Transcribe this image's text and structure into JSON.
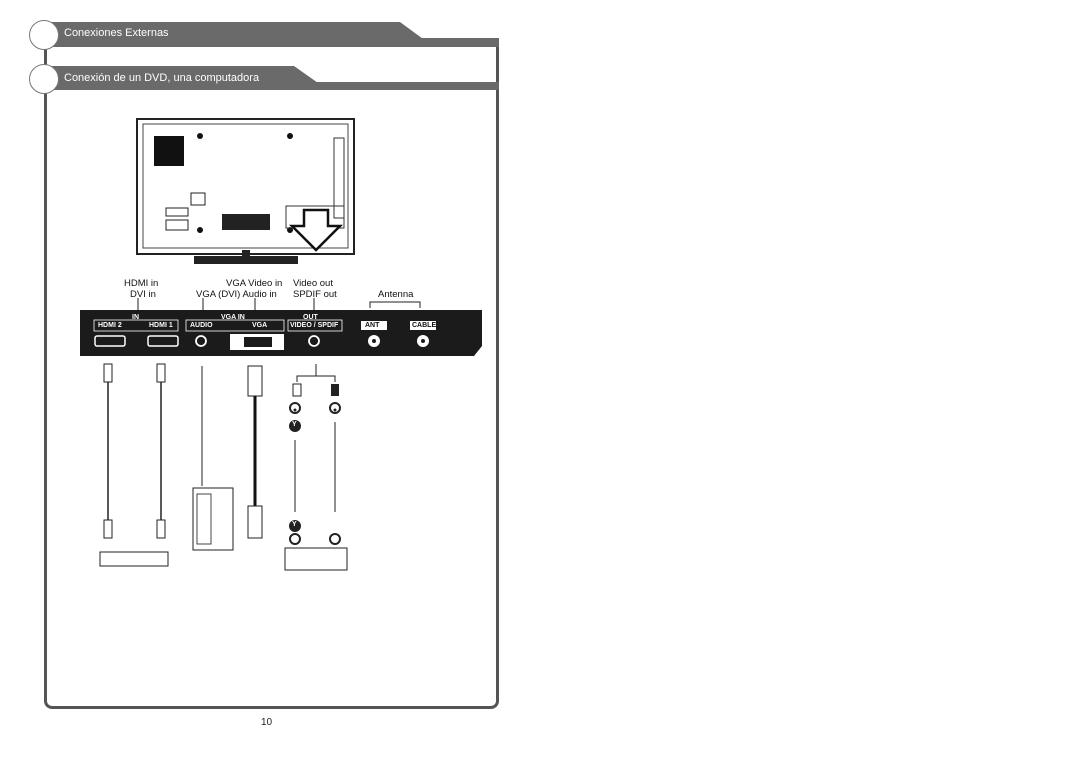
{
  "sections": {
    "section1_title": "Conexiones Externas",
    "section2_title": "Conexión de un DVD, una computadora"
  },
  "labels": {
    "hdmi_in": "HDMI in",
    "dvi_in": "DVI in",
    "vga_dvi_audio_in": "VGA (DVI) Audio in",
    "vga_video_in": "VGA Video in",
    "video_out": "Video out",
    "spdif_out": "SPDIF out",
    "antenna": "Antenna"
  },
  "panel": {
    "in_group": "IN",
    "hdmi2": "HDMI 2",
    "hdmi1": "HDMI 1",
    "vga_in_group": "VGA IN",
    "audio": "AUDIO",
    "vga": "VGA",
    "out_group": "OUT",
    "video_spdif": "VIDEO / SPDIF",
    "ant": "ANT",
    "cable": "CABLE"
  },
  "markers": {
    "y_top": "Y",
    "y_bottom": "Y"
  },
  "page_number": "10",
  "colors": {
    "header_bar": "#6a6a6a",
    "panel": "#1b1b1b",
    "frame": "#555555"
  }
}
